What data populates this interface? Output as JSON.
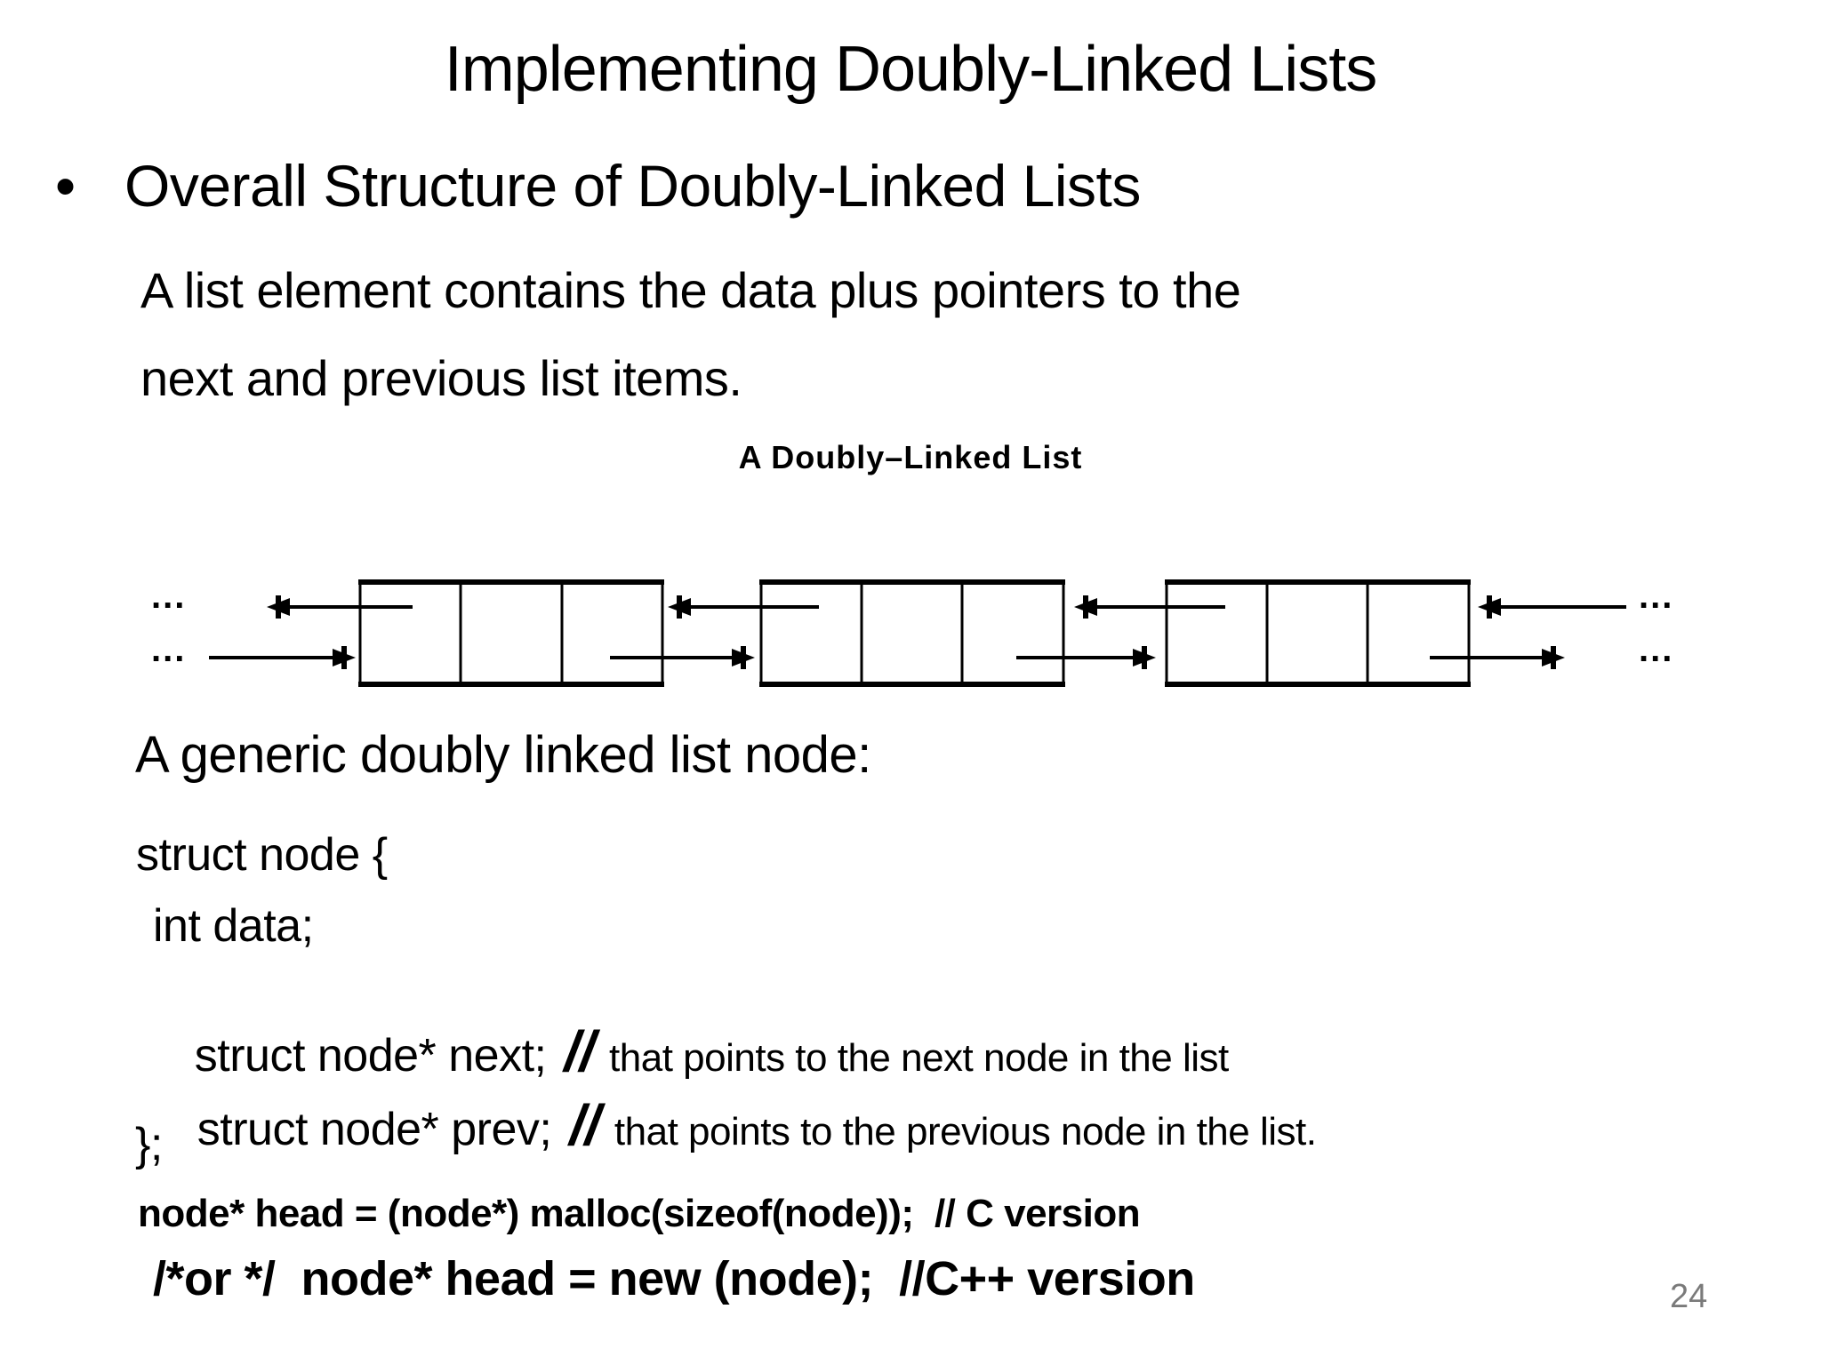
{
  "slide": {
    "title": "Implementing Doubly-Linked Lists",
    "bullet_glyph": "•",
    "bullet_item": "Overall Structure of Doubly-Linked Lists",
    "paragraph_line1": "A list element contains the data plus pointers to the",
    "paragraph_line2": "next and previous list items.",
    "generic_node_label": "A generic doubly linked list node:",
    "page_number": "24",
    "code": {
      "struct_open": "struct node {",
      "member_data": "int data;",
      "member_next": "struct node* next;",
      "next_comment_marker": "//",
      "next_comment": "that points to the next node in the list",
      "member_prev": "struct node* prev;",
      "prev_comment_marker": "//",
      "prev_comment": "that points to the previous node in the list.",
      "struct_close": "};",
      "c_version_line": "node* head = (node*) malloc(sizeof(node));  // C version",
      "cpp_version_line": "/*or */  node* head = new (node);  //C++ version"
    }
  },
  "diagram": {
    "caption": "A Doubly–Linked List",
    "ellipsis": "...",
    "node_count": 3,
    "cells_per_node": 3,
    "top_arrow_direction": "left",
    "bottom_arrow_direction": "right"
  },
  "colors": {
    "background": "#ffffff",
    "text": "#000000",
    "line": "#000000",
    "page_number": "#7a7a7a"
  }
}
